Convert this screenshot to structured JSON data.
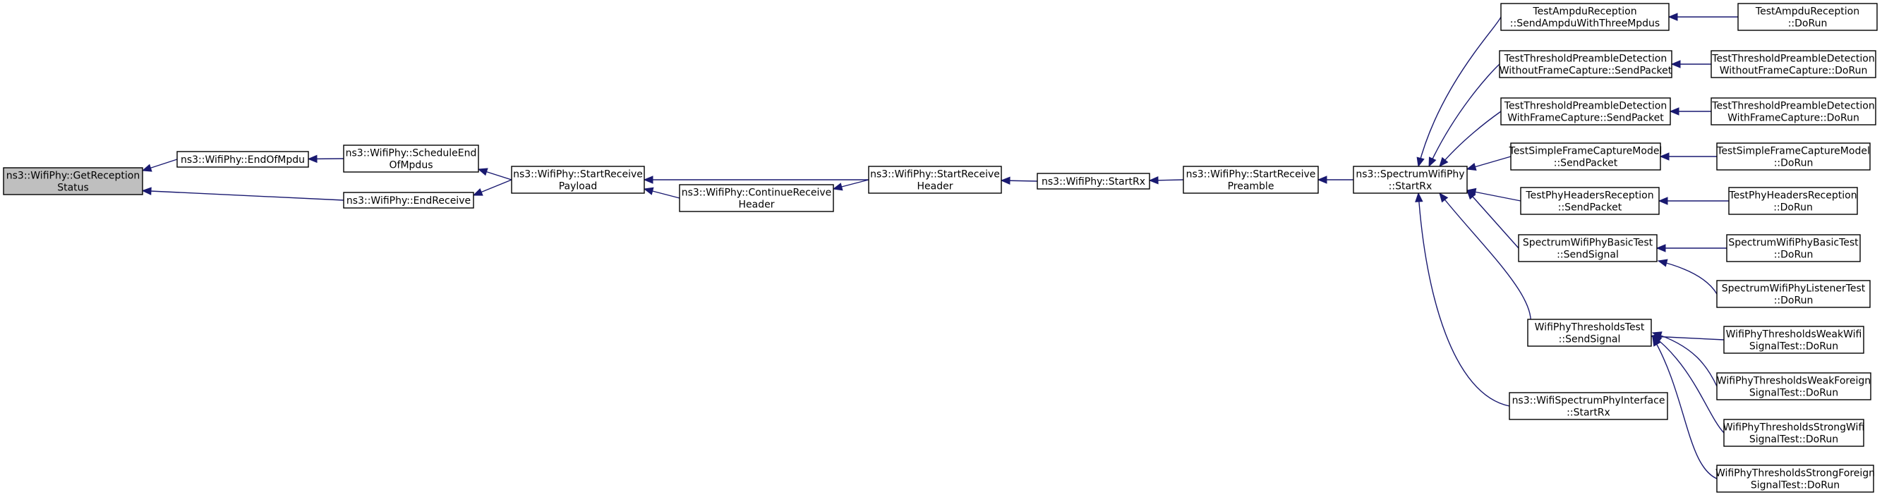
{
  "diagram": {
    "kind": "caller-graph",
    "root": "getreception",
    "colors": {
      "edge": "#191970",
      "root_fill": "#bfbfbf",
      "node_fill": "#ffffff",
      "node_border": "#000000"
    },
    "nodes": [
      {
        "id": "getreception",
        "lines": [
          "ns3::WifiPhy::GetReception",
          "Status"
        ],
        "root": true
      },
      {
        "id": "endofmpdu",
        "lines": [
          "ns3::WifiPhy::EndOfMpdu"
        ]
      },
      {
        "id": "endreceive",
        "lines": [
          "ns3::WifiPhy::EndReceive"
        ]
      },
      {
        "id": "scheduleendofmpdus",
        "lines": [
          "ns3::WifiPhy::ScheduleEnd",
          "OfMpdus"
        ]
      },
      {
        "id": "startreceivepayload",
        "lines": [
          "ns3::WifiPhy::StartReceive",
          "Payload"
        ]
      },
      {
        "id": "continuereceiveheader",
        "lines": [
          "ns3::WifiPhy::ContinueReceive",
          "Header"
        ]
      },
      {
        "id": "startreceiveheader",
        "lines": [
          "ns3::WifiPhy::StartReceive",
          "Header"
        ]
      },
      {
        "id": "startrx",
        "lines": [
          "ns3::WifiPhy::StartRx"
        ]
      },
      {
        "id": "startreceivepreamble",
        "lines": [
          "ns3::WifiPhy::StartReceive",
          "Preamble"
        ]
      },
      {
        "id": "spectrumstartrx",
        "lines": [
          "ns3::SpectrumWifiPhy",
          "::StartRx"
        ]
      },
      {
        "id": "ampdusend",
        "lines": [
          "TestAmpduReception",
          "::SendAmpduWithThreeMpdus"
        ]
      },
      {
        "id": "thrwithoutsend",
        "lines": [
          "TestThresholdPreambleDetection",
          "WithoutFrameCapture::SendPacket"
        ]
      },
      {
        "id": "thrwithsend",
        "lines": [
          "TestThresholdPreambleDetection",
          "WithFrameCapture::SendPacket"
        ]
      },
      {
        "id": "simplefcsend",
        "lines": [
          "TestSimpleFrameCaptureModel",
          "::SendPacket"
        ]
      },
      {
        "id": "phyheaderssend",
        "lines": [
          "TestPhyHeadersReception",
          "::SendPacket"
        ]
      },
      {
        "id": "basictestsend",
        "lines": [
          "SpectrumWifiPhyBasicTest",
          "::SendSignal"
        ]
      },
      {
        "id": "thresholdstestsend",
        "lines": [
          "WifiPhyThresholdsTest",
          "::SendSignal"
        ]
      },
      {
        "id": "interfacestartrx",
        "lines": [
          "ns3::WifiSpectrumPhyInterface",
          "::StartRx"
        ]
      },
      {
        "id": "ampdudorun",
        "lines": [
          "TestAmpduReception",
          "::DoRun"
        ]
      },
      {
        "id": "thrwithoutdorun",
        "lines": [
          "TestThresholdPreambleDetection",
          "WithoutFrameCapture::DoRun"
        ]
      },
      {
        "id": "thrwithdorun",
        "lines": [
          "TestThresholdPreambleDetection",
          "WithFrameCapture::DoRun"
        ]
      },
      {
        "id": "simplefcdorun",
        "lines": [
          "TestSimpleFrameCaptureModel",
          "::DoRun"
        ]
      },
      {
        "id": "phyheadersdorun",
        "lines": [
          "TestPhyHeadersReception",
          "::DoRun"
        ]
      },
      {
        "id": "basictestdorun",
        "lines": [
          "SpectrumWifiPhyBasicTest",
          "::DoRun"
        ]
      },
      {
        "id": "listenerdorun",
        "lines": [
          "SpectrumWifiPhyListenerTest",
          "::DoRun"
        ]
      },
      {
        "id": "weakwifidorun",
        "lines": [
          "WifiPhyThresholdsWeakWifi",
          "SignalTest::DoRun"
        ]
      },
      {
        "id": "weakforeigndorun",
        "lines": [
          "WifiPhyThresholdsWeakForeign",
          "SignalTest::DoRun"
        ]
      },
      {
        "id": "strongwifidorun",
        "lines": [
          "WifiPhyThresholdsStrongWifi",
          "SignalTest::DoRun"
        ]
      },
      {
        "id": "strongforeigndorun",
        "lines": [
          "WifiPhyThresholdsStrongForeign",
          "SignalTest::DoRun"
        ]
      }
    ],
    "edges": [
      {
        "from": "endofmpdu",
        "to": "getreception"
      },
      {
        "from": "endreceive",
        "to": "getreception"
      },
      {
        "from": "scheduleendofmpdus",
        "to": "endofmpdu"
      },
      {
        "from": "startreceivepayload",
        "to": "scheduleendofmpdus"
      },
      {
        "from": "startreceivepayload",
        "to": "endreceive"
      },
      {
        "from": "startreceiveheader",
        "to": "startreceivepayload"
      },
      {
        "from": "continuereceiveheader",
        "to": "startreceivepayload"
      },
      {
        "from": "startreceiveheader",
        "to": "continuereceiveheader"
      },
      {
        "from": "startrx",
        "to": "startreceiveheader"
      },
      {
        "from": "startreceivepreamble",
        "to": "startrx"
      },
      {
        "from": "spectrumstartrx",
        "to": "startreceivepreamble"
      },
      {
        "from": "ampdusend",
        "to": "spectrumstartrx"
      },
      {
        "from": "thrwithoutsend",
        "to": "spectrumstartrx"
      },
      {
        "from": "thrwithsend",
        "to": "spectrumstartrx"
      },
      {
        "from": "simplefcsend",
        "to": "spectrumstartrx"
      },
      {
        "from": "phyheaderssend",
        "to": "spectrumstartrx"
      },
      {
        "from": "basictestsend",
        "to": "spectrumstartrx"
      },
      {
        "from": "thresholdstestsend",
        "to": "spectrumstartrx"
      },
      {
        "from": "interfacestartrx",
        "to": "spectrumstartrx"
      },
      {
        "from": "ampdudorun",
        "to": "ampdusend"
      },
      {
        "from": "thrwithoutdorun",
        "to": "thrwithoutsend"
      },
      {
        "from": "thrwithdorun",
        "to": "thrwithsend"
      },
      {
        "from": "simplefcdorun",
        "to": "simplefcsend"
      },
      {
        "from": "phyheadersdorun",
        "to": "phyheaderssend"
      },
      {
        "from": "basictestdorun",
        "to": "basictestsend"
      },
      {
        "from": "listenerdorun",
        "to": "basictestsend"
      },
      {
        "from": "weakwifidorun",
        "to": "thresholdstestsend"
      },
      {
        "from": "weakforeigndorun",
        "to": "thresholdstestsend"
      },
      {
        "from": "strongwifidorun",
        "to": "thresholdstestsend"
      },
      {
        "from": "strongforeigndorun",
        "to": "thresholdstestsend"
      }
    ]
  }
}
